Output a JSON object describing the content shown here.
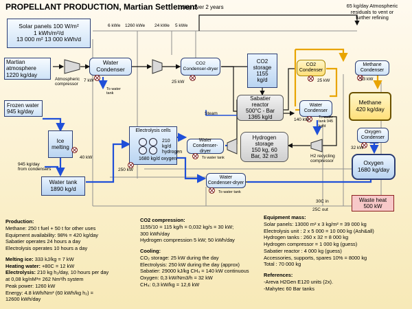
{
  "header": {
    "title": "PROPELLANT PRODUCTION, Martian Settlement",
    "subtitle": "1 ship over 2 years"
  },
  "top_note": {
    "line1": "65 kg/day Atmospheric",
    "line2": "residuals to vent or",
    "line3": "further refining"
  },
  "solar_box": {
    "line1": "Solar panels 100 W/m²",
    "line2": "1 kWh/m²/d",
    "line3": "13 000 m²  13 000 kWh/d"
  },
  "power_labels": {
    "p1": "6 kWe",
    "p2": "1260 kWe",
    "p3": "24 kWe",
    "p4": "5 kWe"
  },
  "martian_atm": {
    "line1": "Martian",
    "line2": "atmosphere",
    "line3": "1220 kg/day"
  },
  "atm_compressor": {
    "line1": "Atmospheric",
    "line2": "compressor"
  },
  "water_condenser_1": {
    "label": "Water Condenser",
    "power": "7 kW",
    "note": "To water tank"
  },
  "co2_condenser_dryer": {
    "line1": "CO2",
    "line2": "Condenser-dryer",
    "power": "25 kW"
  },
  "co2_storage": {
    "line1": "CO2",
    "line2": "storage",
    "line3": "1155",
    "line4": "kg/d"
  },
  "co2_condenser_right": {
    "line1": "CO2",
    "line2": "Condenser",
    "power": "25 kW"
  },
  "methane_condenser": {
    "line1": "Methane",
    "line2": "Condenser",
    "power": "13 kW"
  },
  "methane_out": {
    "line1": "Methane",
    "line2": "420 kg/day"
  },
  "sabatier": {
    "line1": "Sabatier",
    "line2": "reactor",
    "line3": "500°C - Bar",
    "line4": "1365 kg/d"
  },
  "steam_label": "Steam",
  "water_condenser_2": {
    "line1": "Water",
    "line2": "Condenser",
    "power": "140 kW",
    "note1": "To water",
    "note2": "tank 945",
    "note3": "kg/d"
  },
  "frozen_water": {
    "line1": "Frozen water",
    "line2": "945 kg/day"
  },
  "ice_melting": {
    "line1": "Ice",
    "line2": "melting",
    "power": "40 kW"
  },
  "electrolysis": {
    "title": "Electrolysis cells",
    "h2a": "210",
    "h2b": "kg/d",
    "h2c": "hydrogen",
    "o2": "1680 kg/d oxygen",
    "power": "250 kW"
  },
  "water_condenser_dryer_1": {
    "line1": "Water",
    "line2": "Condenser-dryer",
    "note": "To water tank"
  },
  "hydrogen_storage": {
    "line1": "Hydrogen",
    "line2": "storage",
    "line3": "150 kg, 60",
    "line4": "Bar, 32 m3"
  },
  "h2_recycling": {
    "line1": "H2 recycling",
    "line2": "compressor"
  },
  "oxygen_condenser": {
    "line1": "Oxygen",
    "line2": "Condenser",
    "power": "32 kW"
  },
  "oxygen_out": {
    "line1": "Oxygen",
    "line2": "1680 kg/day"
  },
  "from_condensers": {
    "line1": "945 kg/day",
    "line2": "from condensers"
  },
  "water_tank": {
    "line1": "Water tank",
    "line2": "1890 kg/d"
  },
  "water_condenser_dryer_2": {
    "line1": "Water",
    "line2": "Condenser-dryer",
    "note": "To water tank"
  },
  "waste_heat": {
    "line1": "Waste heat",
    "line2": "500 kW"
  },
  "temps": {
    "in": "30C in",
    "out": "25C out"
  },
  "production": {
    "title": "Production:",
    "lines": [
      "Methane: 250 t fuel + 50 t for other uses",
      "Equipment availability: 98% = 420 kg/day",
      "Sabatier operates 24 hours a day",
      "Electrolysis operates 10 hours a day"
    ]
  },
  "energy": {
    "melting": [
      "Melting ice:",
      " 333 kJ/kg = 7 kW"
    ],
    "heating": [
      "Heating water:",
      " +80C = 12 kW"
    ],
    "electrolysis": [
      "Electrolysis:",
      " 210 kg h₂/day, 10 hours per day"
    ],
    "lines": [
      "at 0,08 kg/nM³= 262 Nm³/h system",
      "Peak power: 1260 kW",
      "Energy: 4.8 kWh/Nm³ (60 kWh/kg h₂) =",
      "12600 kWh/day"
    ]
  },
  "co2_compression": {
    "title": "CO2 compression:",
    "lines": [
      "1155/10 = 115 kg/h = 0,032 kg/s = 30 kW;",
      "300 kWh/day",
      "Hydrogen compression 5 kW; 50 kWh/day"
    ]
  },
  "cooling": {
    "title": "Cooling:",
    "lines": [
      "CO₂ storage: 25 kW during the day",
      "Electrolysis: 250 kW during the day (approx)",
      "Sabatier: 29000 kJ/kg CH₄ = 140 kW continuous",
      "Oxygen: 0,3 kW/Nm3/h = 32 kW",
      "CH₄: 0,3 kW/kg = 12,6 kW"
    ]
  },
  "equipment": {
    "title": "Equipment mass:",
    "lines": [
      "Solar panels: 13000 m² x 3 kg/m² = 39 000 kg",
      "Electrolysis unit : 2 x 5 000 = 10 000 kg (Ash&all)",
      "Hydrogen tanks : 260 x 32 = 8 000 kg",
      "Hydrogen compressor = 1 000 kg (guess)",
      "Sabatier reactor : 4 000 kg (guess)",
      "Accessories, supports, spares 10% = 8000 kg",
      "Total : 70 000 kg"
    ]
  },
  "references": {
    "title": "References:",
    "lines": [
      "-Areva H2Gen E120 units (2x).",
      "-Mahytec 60 Bar tanks"
    ]
  }
}
